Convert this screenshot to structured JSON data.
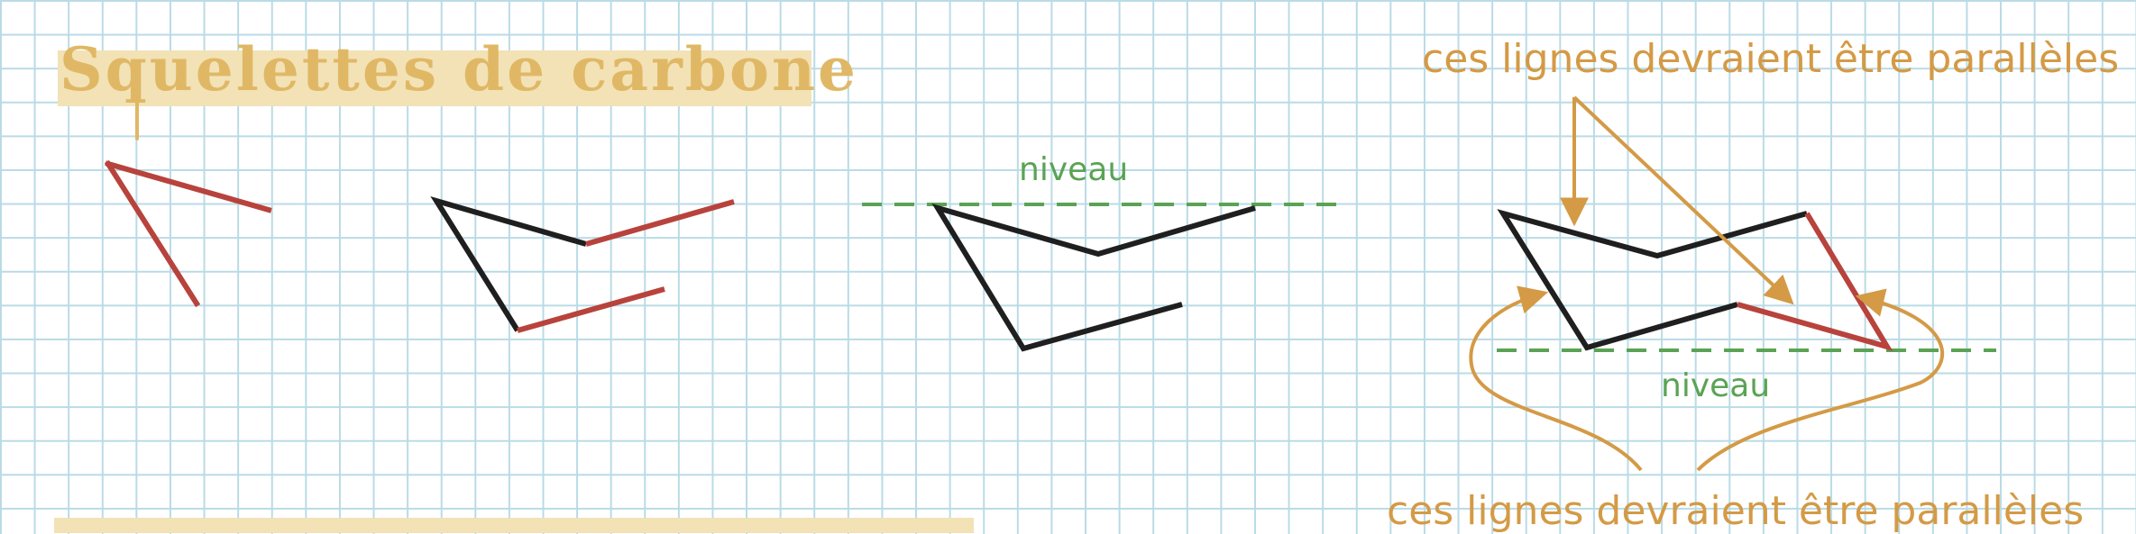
{
  "title": "Squelettes de carbone",
  "annotations": {
    "level_label_1": "niveau",
    "level_label_2": "niveau",
    "parallel_note_top": "ces lignes devraient être parallèles",
    "parallel_note_bottom": "ces lignes devraient être parallèles"
  },
  "colors": {
    "grid": "#b9dbe6",
    "highlight": "#f2e2b6",
    "title": "#e0b865",
    "bond_black": "#1f1f1f",
    "bond_red": "#b8433c",
    "level_line": "#5aa354",
    "arrow": "#d49a45"
  }
}
